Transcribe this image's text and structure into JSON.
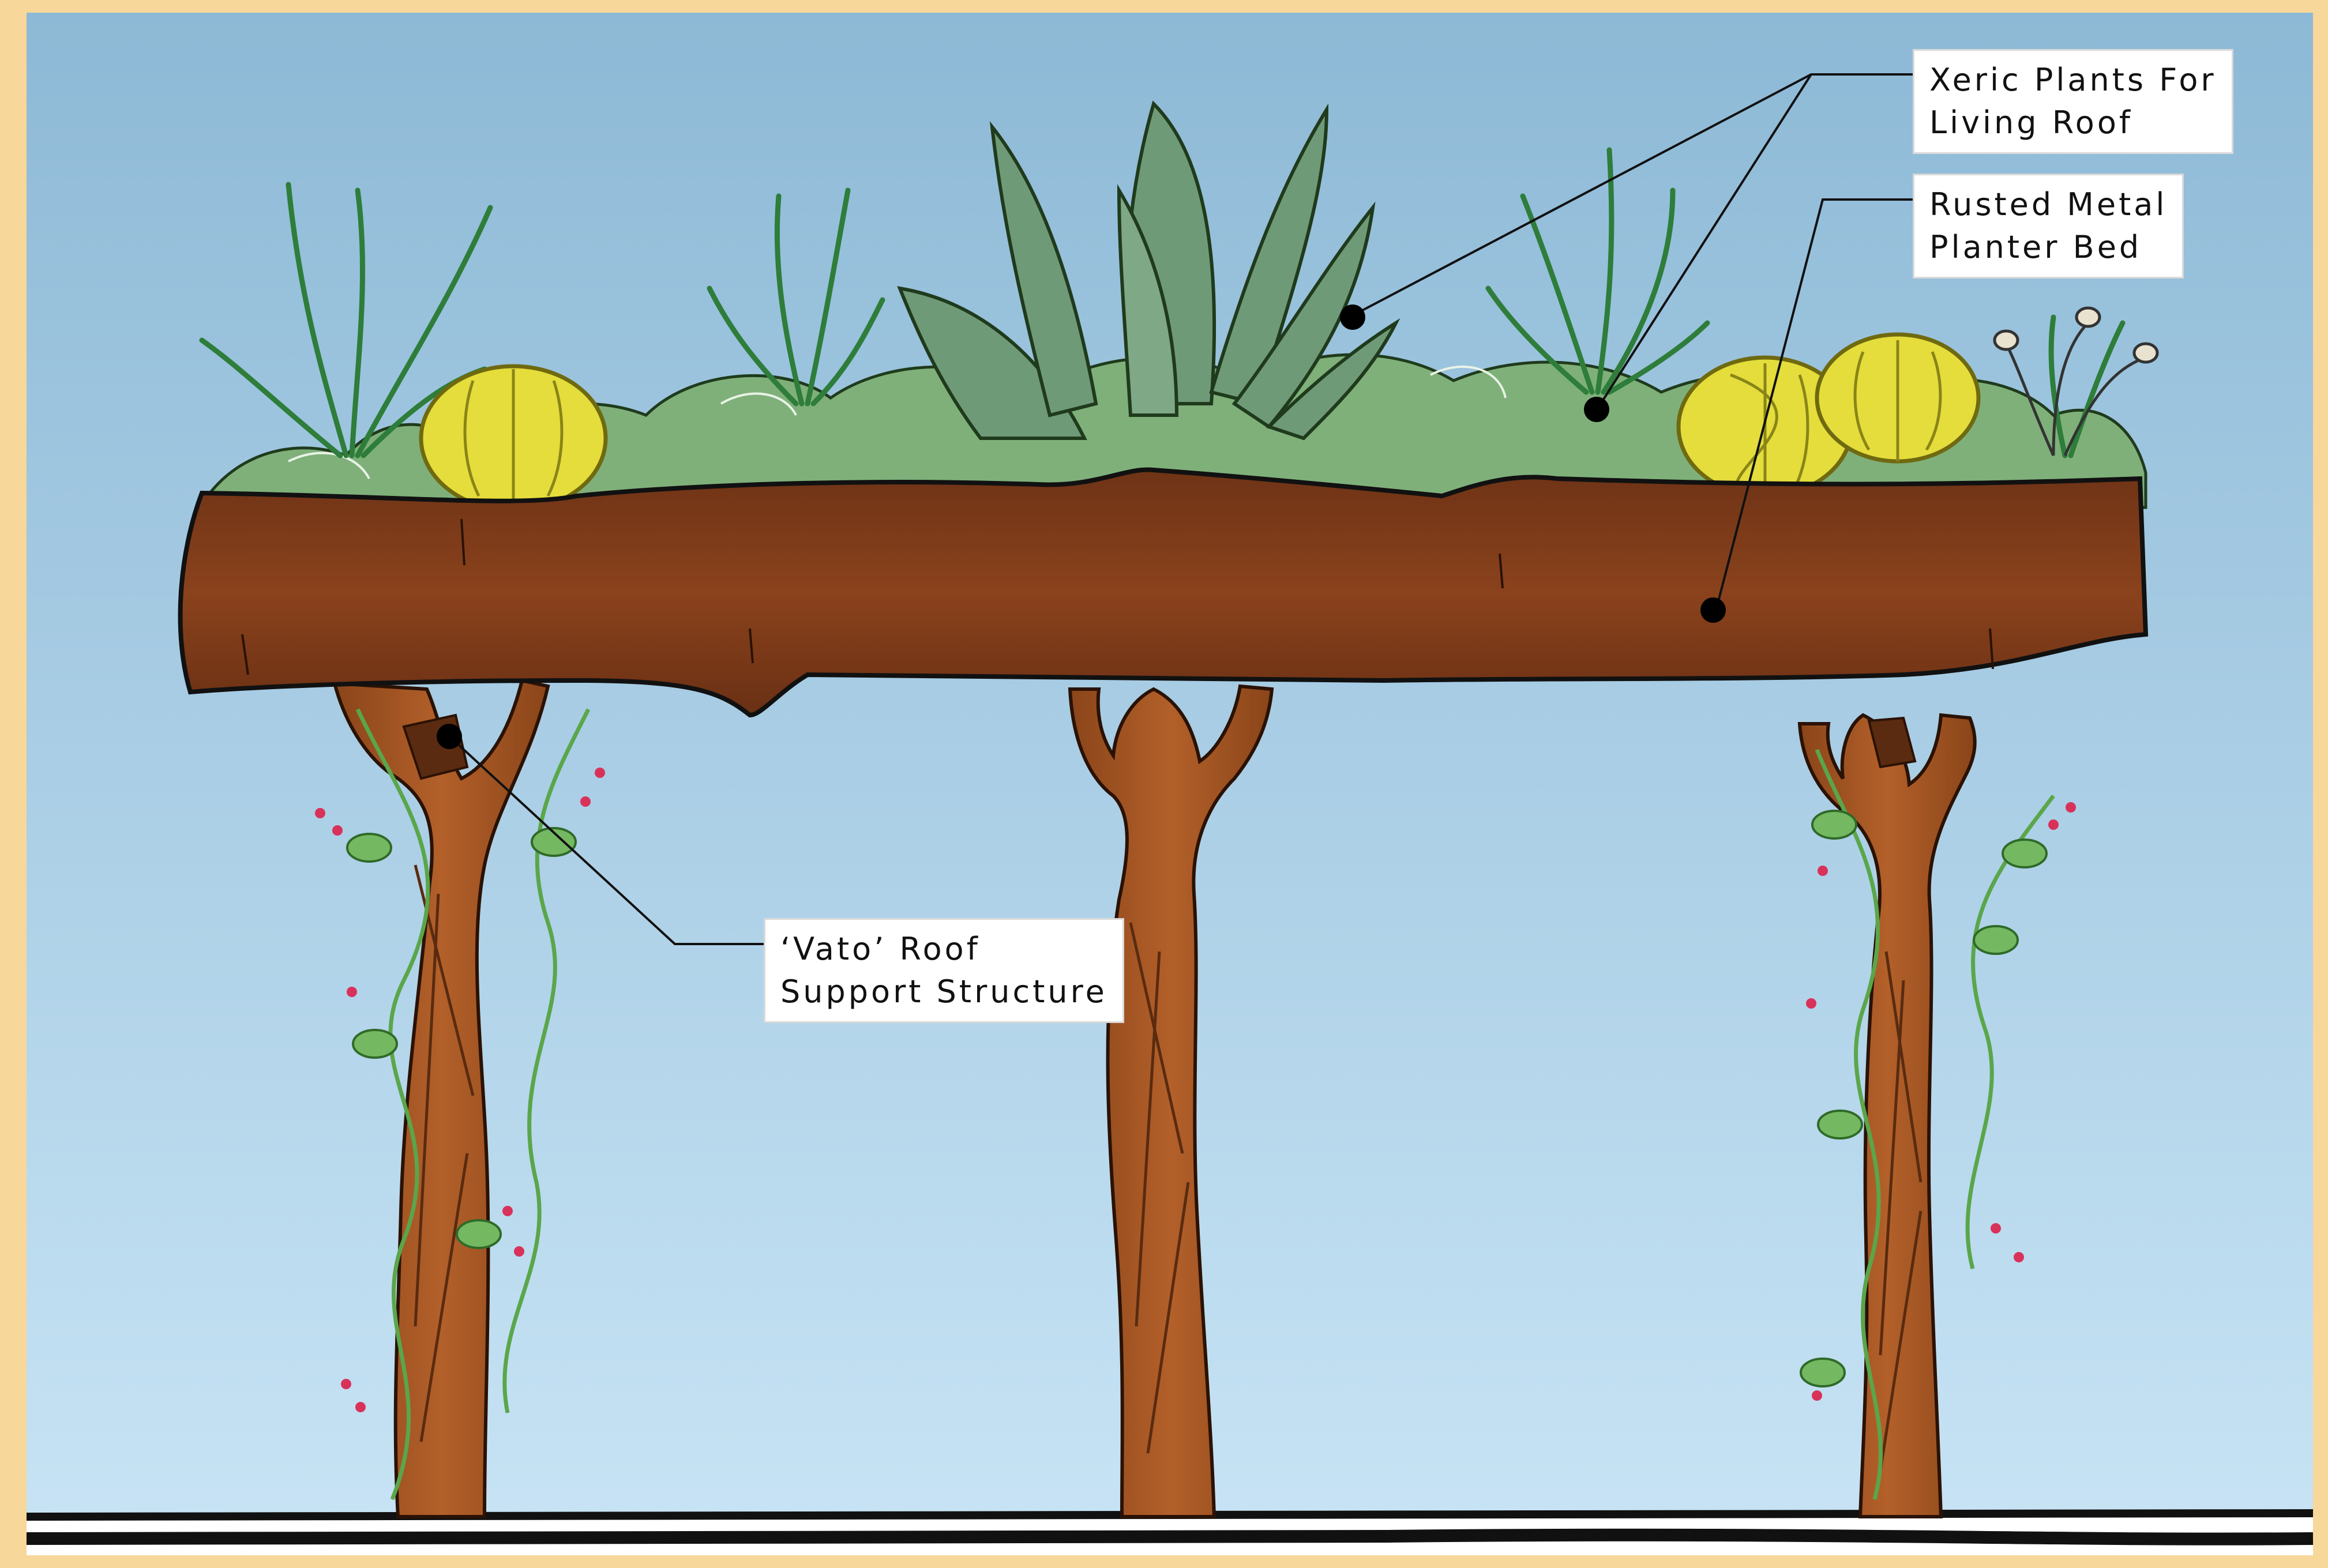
{
  "callouts": {
    "xeric": {
      "line1": "Xeric Plants For",
      "line2": "Living Roof"
    },
    "planter": {
      "line1": "Rusted Metal",
      "line2": "Planter Bed"
    },
    "vato": {
      "line1": "‘Vato’ Roof",
      "line2": "Support Structure"
    }
  },
  "colors": {
    "frame": "#f7d79a",
    "sky_top": "#8db9d6",
    "sky_bottom": "#c5e3f5",
    "planter_rust": "#7a3a18",
    "planter_rust_light": "#9a4a22",
    "post_rust": "#a0521f",
    "foliage_green": "#7fb07a",
    "agave_green": "#6f9a78",
    "grass_green": "#2e7d3a",
    "cactus_yellow": "#e4dd3b",
    "vine_green": "#5aa64a",
    "flower_pink": "#d9325a",
    "ground_line": "#111111"
  }
}
